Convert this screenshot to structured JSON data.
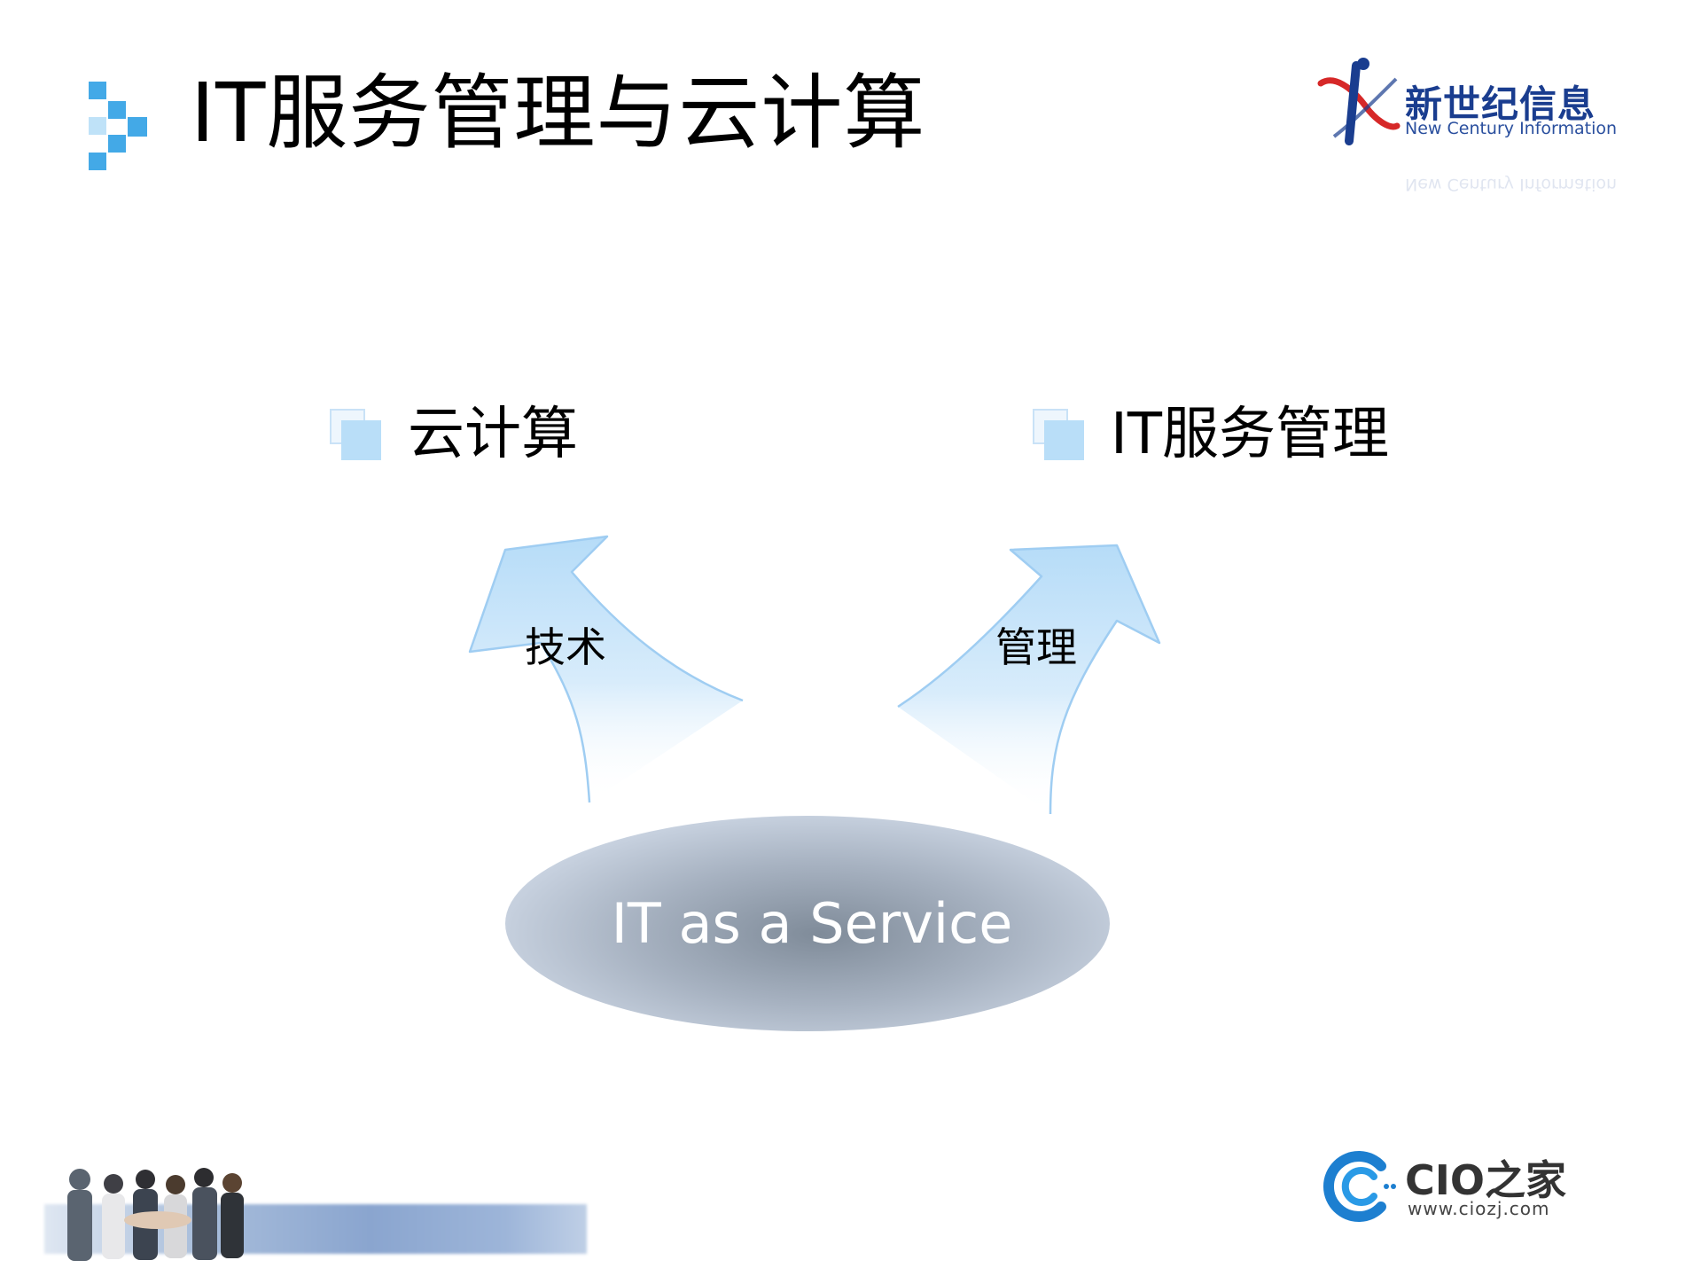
{
  "slide": {
    "title": "IT服务管理与云计算"
  },
  "company_logo": {
    "name_cn": "新世纪信息",
    "name_en": "New Century Information",
    "reflection_en": "New Century Information"
  },
  "diagram": {
    "left_topic": "云计算",
    "right_topic": "IT服务管理",
    "left_arrow_label": "技术",
    "right_arrow_label": "管理",
    "center_label": "IT as a Service"
  },
  "cio_logo": {
    "name": "CIO之家",
    "url": "www.ciozj.com"
  },
  "colors": {
    "accent_blue": "#4aa8e8",
    "arrow_blue": "#b9def8",
    "ellipse_gray": "#8a96a6"
  }
}
